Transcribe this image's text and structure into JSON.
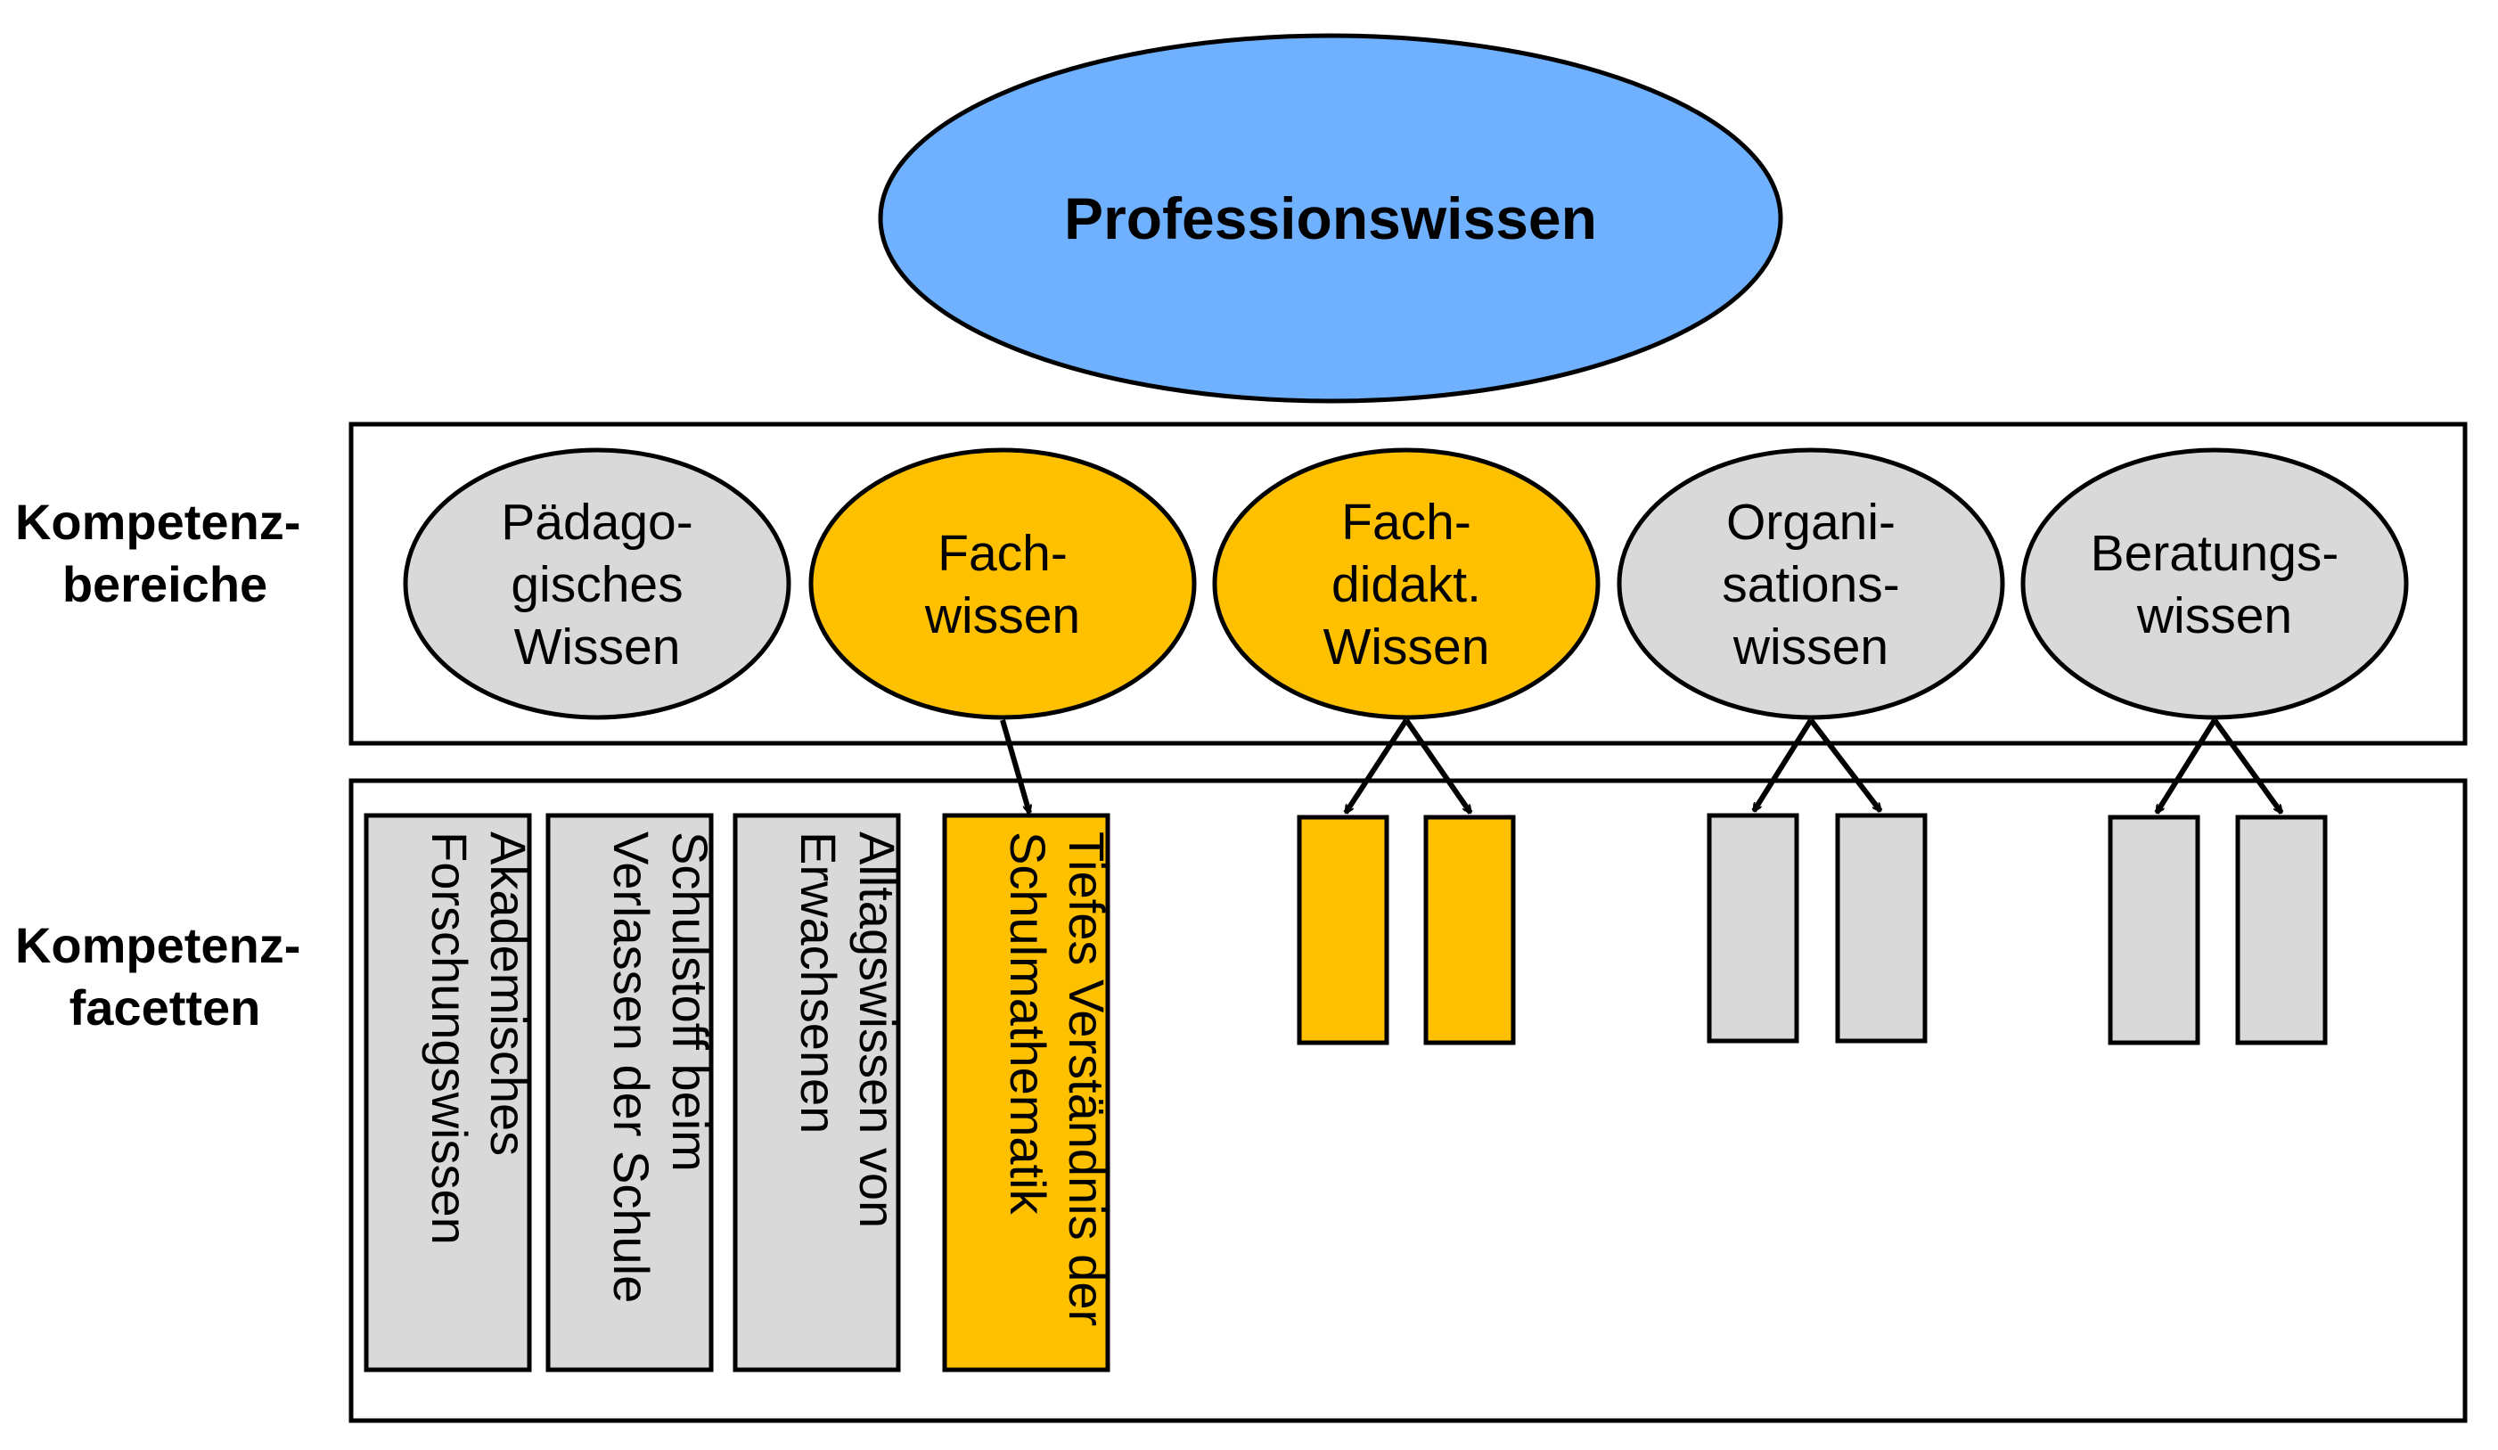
{
  "colors": {
    "root_fill": "#6fb1ff",
    "grey_fill": "#d9d9d9",
    "orange_fill": "#ffc000",
    "stroke": "#000000"
  },
  "root": {
    "label": "Professionswissen"
  },
  "side_labels": {
    "bereiche": [
      "Kompetenz-",
      "bereiche"
    ],
    "facetten": [
      "Kompetenz-",
      "facetten"
    ]
  },
  "bereiche": [
    {
      "id": "paedagogisch",
      "lines": [
        "Pädago-",
        "gisches",
        "Wissen"
      ],
      "color": "grey"
    },
    {
      "id": "fach",
      "lines": [
        "Fach-",
        "wissen"
      ],
      "color": "orange"
    },
    {
      "id": "fachdidaktik",
      "lines": [
        "Fach-",
        "didakt.",
        "Wissen"
      ],
      "color": "orange"
    },
    {
      "id": "organisation",
      "lines": [
        "Organi-",
        "sations-",
        "wissen"
      ],
      "color": "grey"
    },
    {
      "id": "beratung",
      "lines": [
        "Beratungs-",
        "wissen"
      ],
      "color": "grey"
    }
  ],
  "facetten_detailed": [
    {
      "id": "akademisch",
      "lines": [
        "Akademisches",
        "Forschungswissen"
      ],
      "color": "grey"
    },
    {
      "id": "schulstoff",
      "lines": [
        "Schulstoff beim",
        "Verlassen der Schule"
      ],
      "color": "grey"
    },
    {
      "id": "alltag",
      "lines": [
        "Alltagswissen von",
        "Erwachsenen"
      ],
      "color": "grey"
    },
    {
      "id": "tiefes",
      "lines": [
        "Tiefes Verständnis der",
        "Schulmathematik"
      ],
      "color": "orange"
    }
  ],
  "facetten_small": [
    {
      "id": "fachdidaktik-facet-1",
      "color": "orange"
    },
    {
      "id": "fachdidaktik-facet-2",
      "color": "orange"
    },
    {
      "id": "organisation-facet-1",
      "color": "grey"
    },
    {
      "id": "organisation-facet-2",
      "color": "grey"
    },
    {
      "id": "beratung-facet-1",
      "color": "grey"
    },
    {
      "id": "beratung-facet-2",
      "color": "grey"
    }
  ]
}
